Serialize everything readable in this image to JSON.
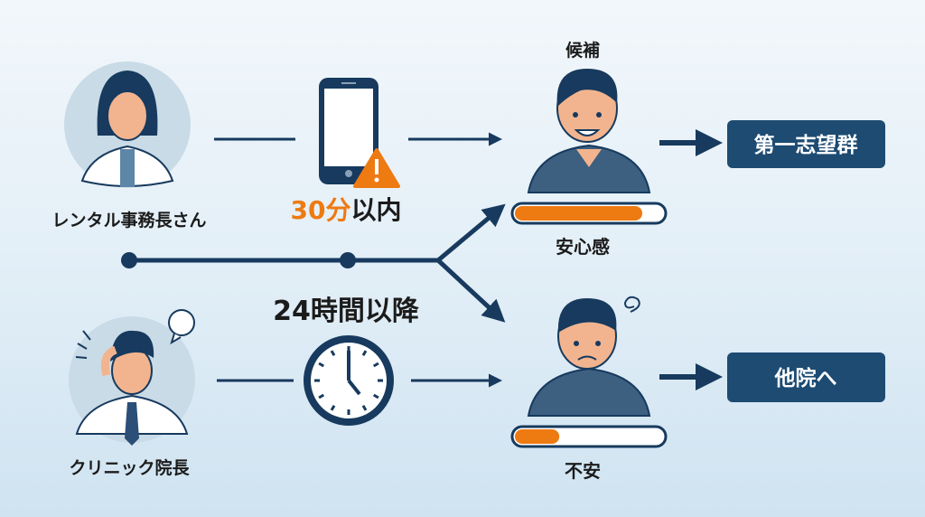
{
  "left": {
    "top_person_label": "レンタル事務長さん",
    "bottom_person_label": "クリニック院長"
  },
  "middle": {
    "fast_highlight": "30分",
    "fast_suffix": "以内",
    "slow_label": "24時間以降"
  },
  "right": {
    "candidate_label": "候補",
    "top_meter_label": "安心感",
    "top_meter_value": 0.86,
    "top_result": "第一志望群",
    "bottom_meter_label": "不安",
    "bottom_meter_value": 0.3,
    "bottom_result": "他院へ"
  },
  "colors": {
    "navy": "#173a5e",
    "orange": "#ee7a12",
    "box": "#1d4b72"
  }
}
